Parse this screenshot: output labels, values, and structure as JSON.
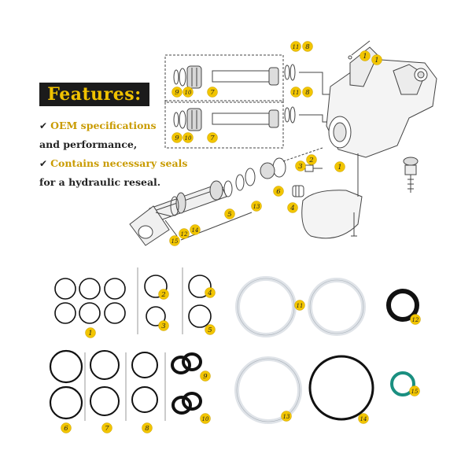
{
  "features": {
    "title": "Features:",
    "items": [
      {
        "highlight": "OEM specifications",
        "rest": "and performance,"
      },
      {
        "highlight": "Contains necessary seals",
        "rest": "for a hydraulic reseal."
      }
    ]
  },
  "diagram_labels": {
    "cyl1": [
      "11",
      "8",
      "9",
      "10",
      "7"
    ],
    "cyl2": [
      "11",
      "8",
      "9",
      "10",
      "7"
    ],
    "head": [
      "1",
      "1",
      "2",
      "1",
      "3",
      "4",
      "6"
    ],
    "rod": [
      "5",
      "13",
      "15",
      "12",
      "14"
    ]
  },
  "seal_labels": [
    "1",
    "2",
    "3",
    "4",
    "5",
    "6",
    "7",
    "8",
    "9",
    "10",
    "11",
    "12",
    "13",
    "14",
    "15"
  ],
  "colors": {
    "banner_bg": "#1b1b1b",
    "banner_text": "#f0c200",
    "badge": "#f2c500",
    "teal_ring": "#1a8f80",
    "white_ring": "#dfe3e8"
  }
}
